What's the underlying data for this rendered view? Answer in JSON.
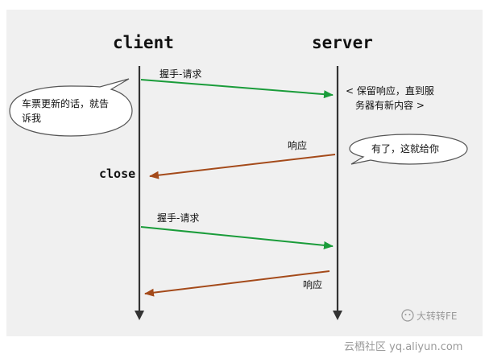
{
  "lifelines": {
    "client": "client",
    "server": "server"
  },
  "messages": {
    "handshake_1": "握手-请求",
    "response_1": "响应",
    "handshake_2": "握手-请求",
    "response_2": "响应"
  },
  "labels": {
    "close": "close",
    "server_note_line1": "< 保留响应，直到服",
    "server_note_line2": "务器有新内容 >"
  },
  "bubbles": {
    "client_line1": "车票更新的话，就告",
    "client_line2": "诉我",
    "server": "有了，这就给你"
  },
  "watermarks": {
    "brand": "大转转FE",
    "site": "云栖社区 yq.aliyun.com"
  },
  "colors": {
    "request_arrow": "#1a9c3a",
    "response_arrow": "#a44a1a",
    "lifeline": "#333333",
    "panel": "#f0f0f0"
  }
}
